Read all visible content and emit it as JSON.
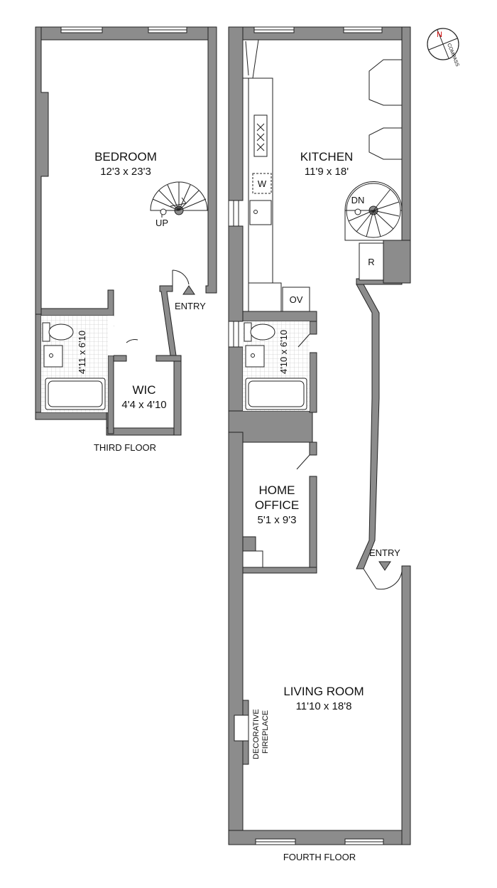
{
  "compass": {
    "north": "N",
    "label": "COMPASS",
    "north_color": "#cc0000"
  },
  "third_floor": {
    "caption": "THIRD FLOOR",
    "bedroom": {
      "name": "BEDROOM",
      "dims": "12'3 x 23'3"
    },
    "stair_label": "UP",
    "entry_label": "ENTRY",
    "bath_dims": "4'11 x 6'10",
    "wic": {
      "name": "WIC",
      "dims": "4'4 x 4'10"
    }
  },
  "fourth_floor": {
    "caption": "FOURTH FLOOR",
    "kitchen": {
      "name": "KITCHEN",
      "dims": "11'9 x 18'"
    },
    "washer_label": "W",
    "oven_label": "OV",
    "fridge_label": "R",
    "stair_label": "DN",
    "bath_dims": "4'10 x 6'10",
    "office": {
      "name_line1": "HOME",
      "name_line2": "OFFICE",
      "dims": "5'1 x 9'3"
    },
    "entry_label": "ENTRY",
    "living": {
      "name": "LIVING ROOM",
      "dims": "11'10 x 18'8"
    },
    "fireplace_line1": "DECORATIVE",
    "fireplace_line2": "FIREPLACE"
  },
  "colors": {
    "wall": "#8c8c8c",
    "line": "#222222",
    "tile": "#dcdcdc"
  }
}
